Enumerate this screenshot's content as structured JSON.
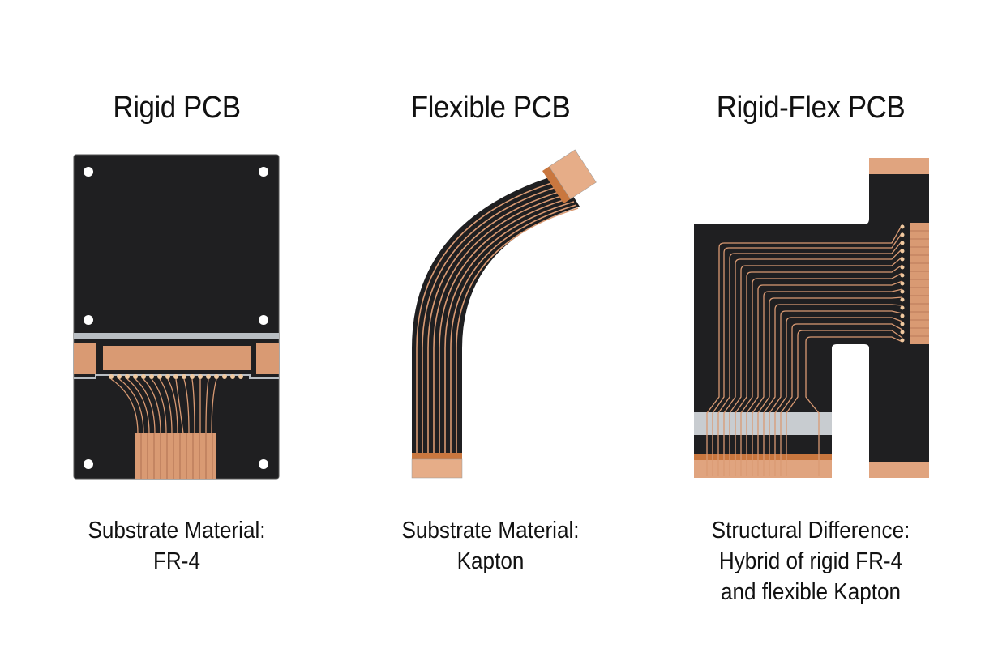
{
  "panels": [
    {
      "title": "Rigid PCB",
      "caption_line1": "Substrate Material:",
      "caption_line2": "FR-4",
      "caption_line3": ""
    },
    {
      "title": "Flexible PCB",
      "caption_line1": "Substrate Material:",
      "caption_line2": "Kapton",
      "caption_line3": ""
    },
    {
      "title": "Rigid-Flex PCB",
      "caption_line1": "Structural Difference:",
      "caption_line2": "Hybrid of rigid FR-4",
      "caption_line3": "and flexible Kapton"
    }
  ],
  "colors": {
    "board": "#1f1f21",
    "copper": "#d99a73",
    "copper_dark": "#c9773f",
    "stiffener": "#c8ccd0"
  }
}
